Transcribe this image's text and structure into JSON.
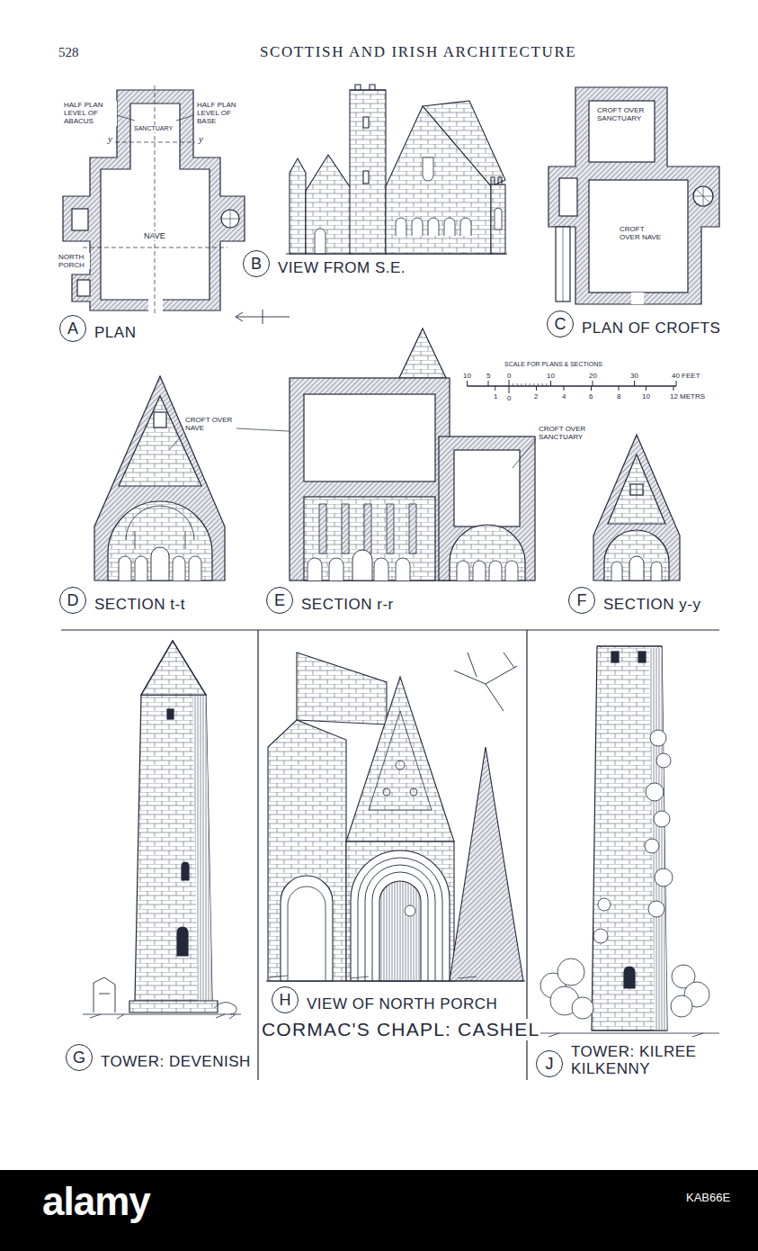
{
  "diagram": {
    "title": "SCOTTISH AND IRISH ARCHITECTURE",
    "nodes": [
      {
        "text": [
          "A",
          "PLAN"
        ]
      },
      {
        "text": [
          "B",
          "VIEW FROM S.E."
        ]
      },
      {
        "text": [
          "C",
          "PLAN OF CROFTS"
        ]
      },
      {
        "text": [
          "D",
          "SECTION t-t"
        ]
      },
      {
        "text": [
          "E",
          "SECTION r-r"
        ]
      },
      {
        "text": [
          "F",
          "SECTION y-y"
        ]
      },
      {
        "text": [
          "G",
          "TOWER: DEVENISH"
        ]
      },
      {
        "text": [
          "H",
          "VIEW OF NORTH PORCH"
        ]
      },
      {
        "text": [
          "J",
          "TOWER: KILREE KILKENNY"
        ]
      }
    ],
    "labels": [
      "528",
      "HALF PLAN LEVEL OF ABACUS",
      "HALF PLAN LEVEL OF BASE",
      "SANCTUARY",
      "y",
      "y",
      "NAVE",
      "NORTH PORCH",
      "CROFT OVER SANCTUARY",
      "CROFT OVER NAVE",
      "CROFT OVER NAVE",
      "CROFT OVER SANCTUARY",
      "SCALE FOR PLANS & SECTIONS",
      "10",
      "5",
      "0",
      "10",
      "20",
      "30",
      "40 FEET",
      "1",
      "0",
      "2",
      "4",
      "6",
      "8",
      "10",
      "12 METRS",
      "CORMAC'S CHAPL: CASHEL",
      "alamy",
      "KAB66E"
    ]
  }
}
